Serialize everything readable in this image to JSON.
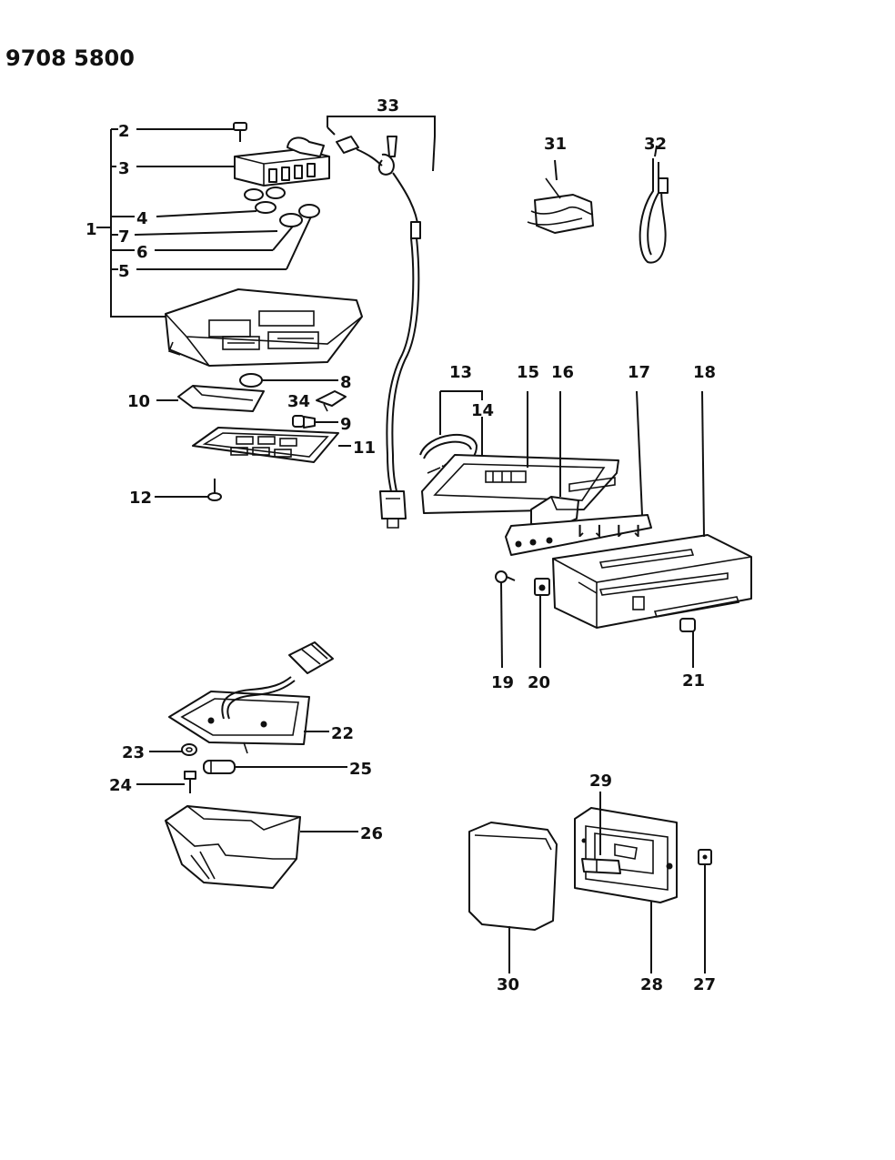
{
  "header": {
    "code": "9708 5800"
  },
  "callouts": [
    {
      "id": "1",
      "text": "1"
    },
    {
      "id": "2",
      "text": "2"
    },
    {
      "id": "3",
      "text": "3"
    },
    {
      "id": "4",
      "text": "4"
    },
    {
      "id": "5",
      "text": "5"
    },
    {
      "id": "6",
      "text": "6"
    },
    {
      "id": "7",
      "text": "7"
    },
    {
      "id": "8",
      "text": "8"
    },
    {
      "id": "9",
      "text": "9"
    },
    {
      "id": "10",
      "text": "10"
    },
    {
      "id": "11",
      "text": "11"
    },
    {
      "id": "12",
      "text": "12"
    },
    {
      "id": "13",
      "text": "13"
    },
    {
      "id": "14",
      "text": "14"
    },
    {
      "id": "15",
      "text": "15"
    },
    {
      "id": "16",
      "text": "16"
    },
    {
      "id": "17",
      "text": "17"
    },
    {
      "id": "18",
      "text": "18"
    },
    {
      "id": "19",
      "text": "19"
    },
    {
      "id": "20",
      "text": "20"
    },
    {
      "id": "21",
      "text": "21"
    },
    {
      "id": "22",
      "text": "22"
    },
    {
      "id": "23",
      "text": "23"
    },
    {
      "id": "24",
      "text": "24"
    },
    {
      "id": "25",
      "text": "25"
    },
    {
      "id": "26",
      "text": "26"
    },
    {
      "id": "27",
      "text": "27"
    },
    {
      "id": "28",
      "text": "28"
    },
    {
      "id": "29",
      "text": "29"
    },
    {
      "id": "30",
      "text": "30"
    },
    {
      "id": "31",
      "text": "31"
    },
    {
      "id": "32",
      "text": "32"
    },
    {
      "id": "33",
      "text": "33"
    },
    {
      "id": "34",
      "text": "34"
    }
  ]
}
